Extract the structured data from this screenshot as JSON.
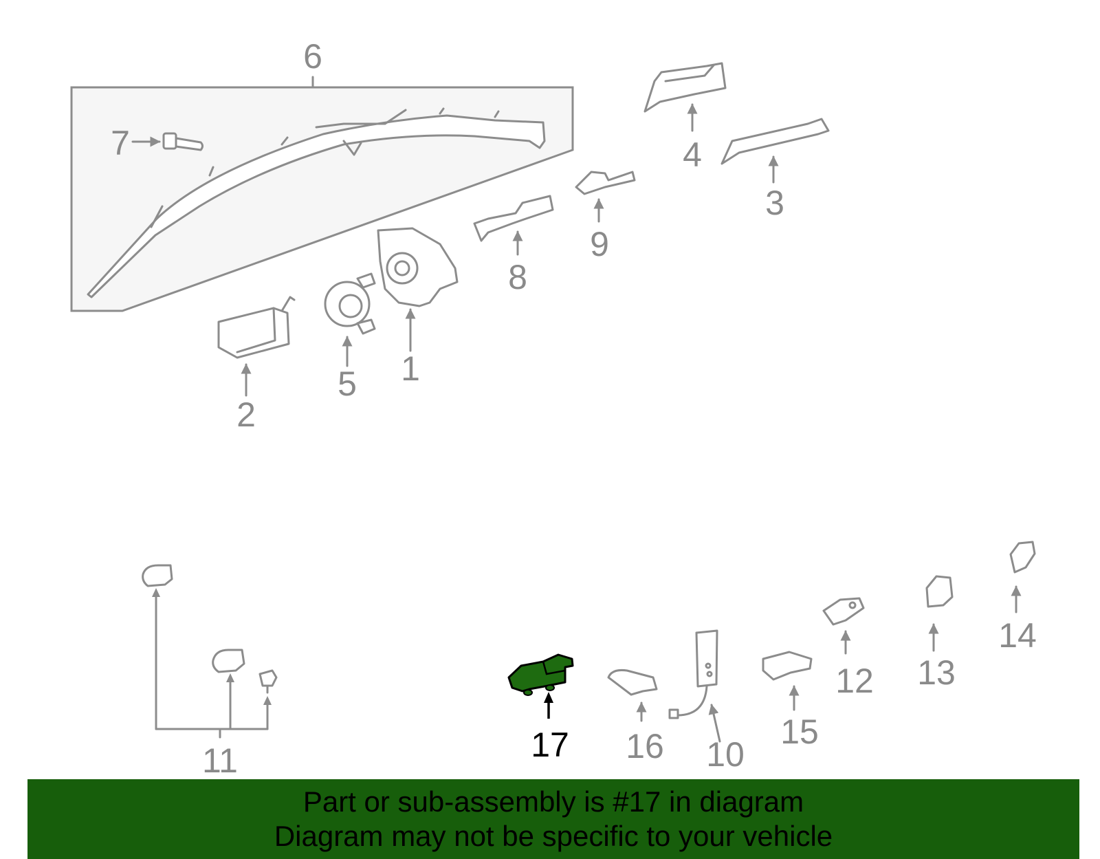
{
  "colors": {
    "highlight_part": "#1e6b10",
    "banner_background": "#175e0b",
    "part_outline": "#8c8c8c",
    "label_default": "#8a8a8a",
    "label_highlight": "#000000"
  },
  "callouts": [
    {
      "id": "1",
      "label": "1"
    },
    {
      "id": "2",
      "label": "2"
    },
    {
      "id": "3",
      "label": "3"
    },
    {
      "id": "4",
      "label": "4"
    },
    {
      "id": "5",
      "label": "5"
    },
    {
      "id": "6",
      "label": "6"
    },
    {
      "id": "7",
      "label": "7"
    },
    {
      "id": "8",
      "label": "8"
    },
    {
      "id": "9",
      "label": "9"
    },
    {
      "id": "10",
      "label": "10"
    },
    {
      "id": "11",
      "label": "11"
    },
    {
      "id": "12",
      "label": "12"
    },
    {
      "id": "13",
      "label": "13"
    },
    {
      "id": "14",
      "label": "14"
    },
    {
      "id": "15",
      "label": "15"
    },
    {
      "id": "16",
      "label": "16"
    },
    {
      "id": "17",
      "label": "17",
      "highlighted": true
    }
  ],
  "banner": {
    "line1": "Part or sub-assembly is #17 in diagram",
    "line2": "Diagram may not be specific to your vehicle"
  }
}
